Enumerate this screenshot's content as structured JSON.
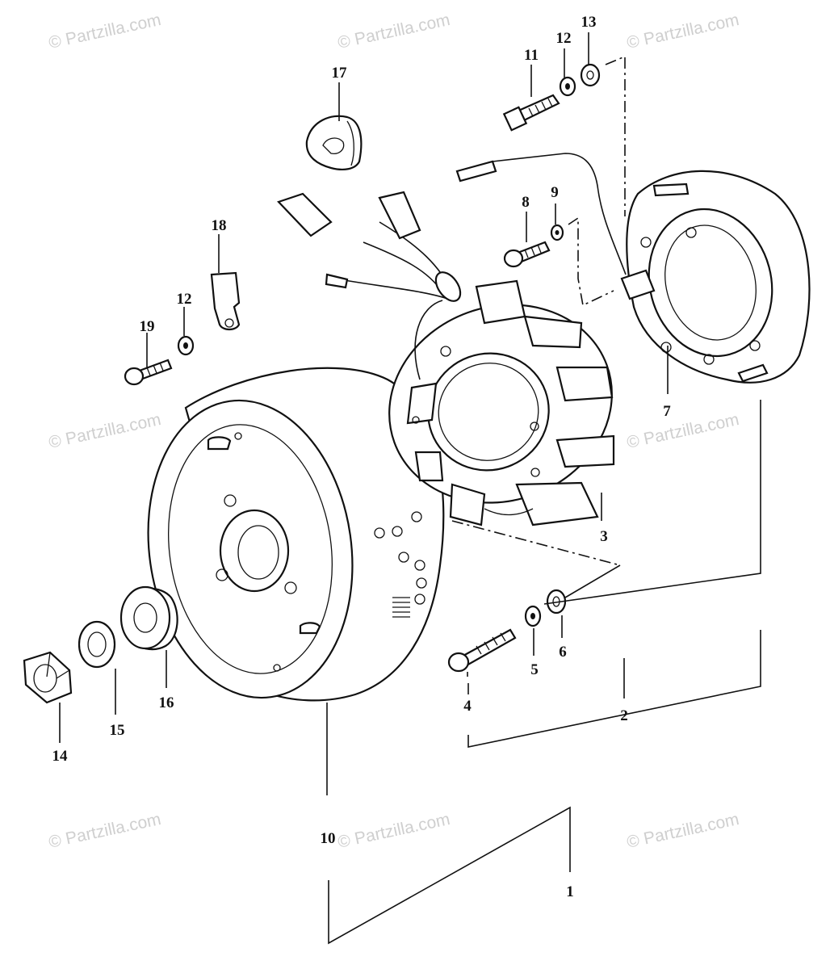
{
  "watermark": "© Partzilla.com",
  "callouts": {
    "c1": "1",
    "c2": "2",
    "c3": "3",
    "c4": "4",
    "c5": "5",
    "c6": "6",
    "c7": "7",
    "c8": "8",
    "c9": "9",
    "c10": "10",
    "c11": "11",
    "c12a": "12",
    "c12b": "12",
    "c13": "13",
    "c14": "14",
    "c15": "15",
    "c16": "16",
    "c17": "17",
    "c18": "18",
    "c19": "19"
  }
}
